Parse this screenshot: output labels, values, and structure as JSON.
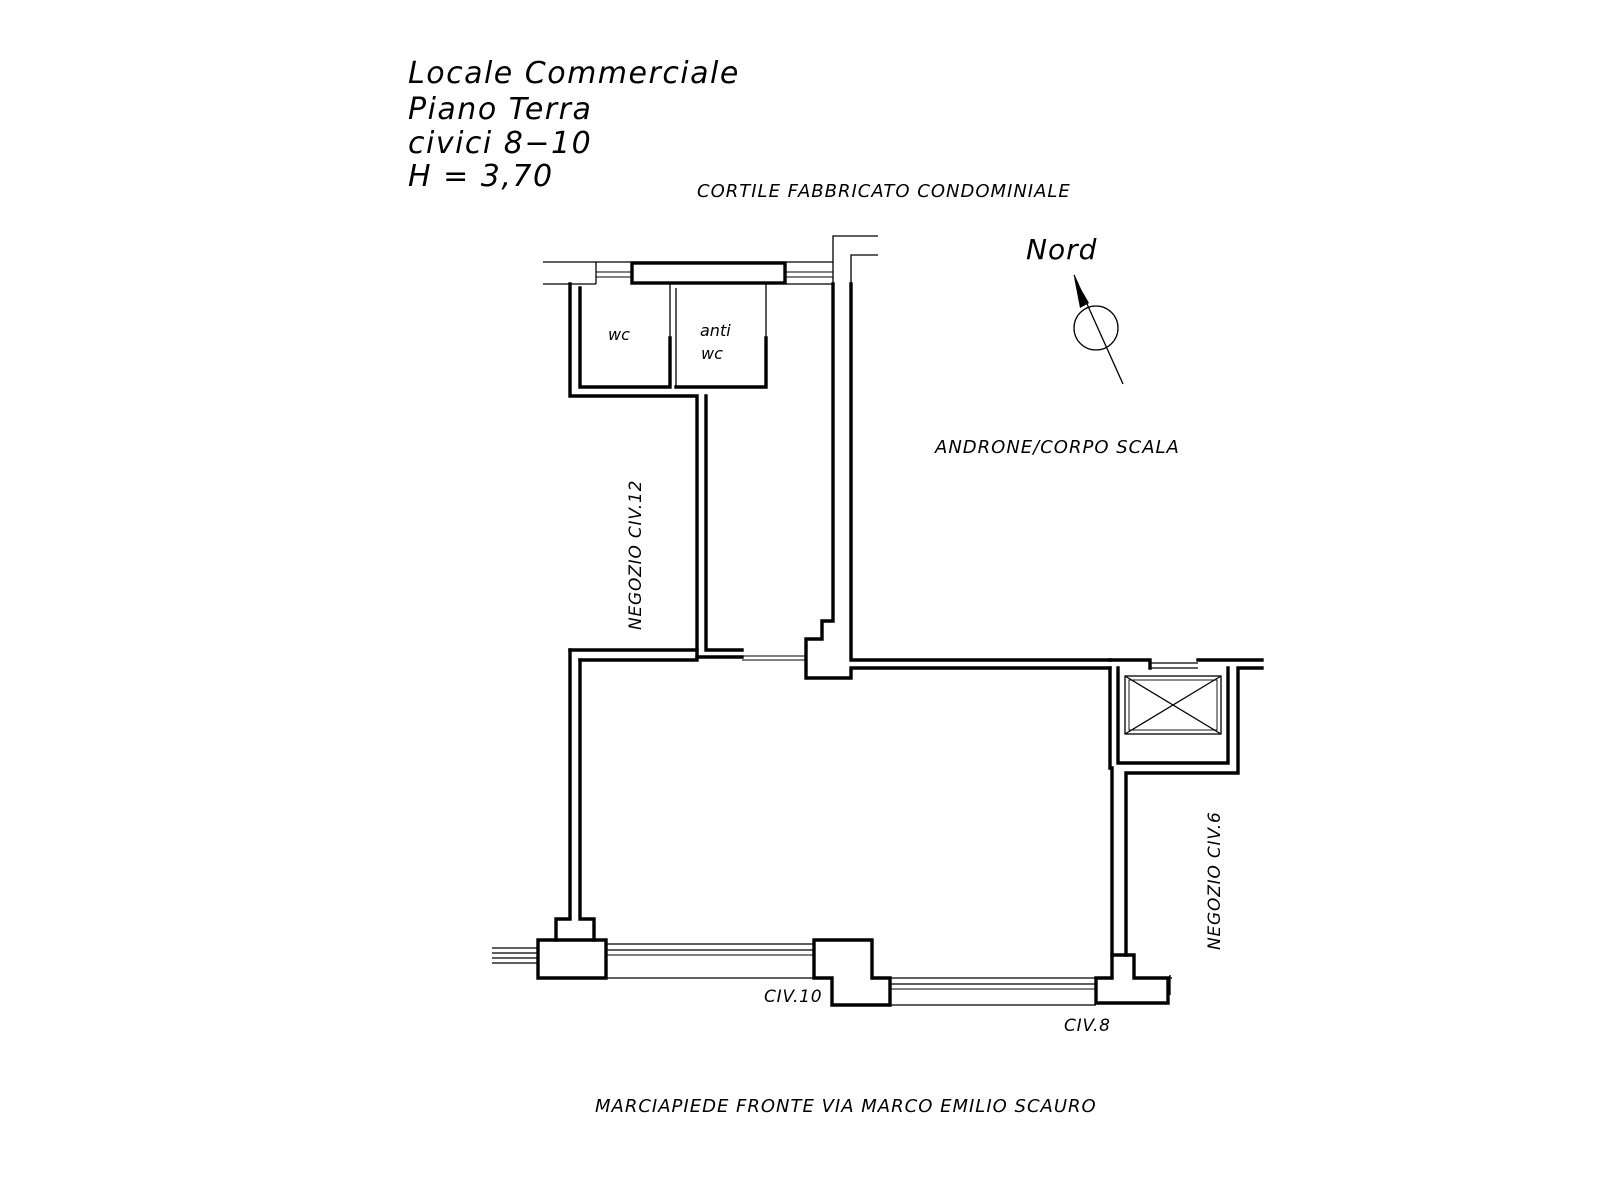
{
  "title": {
    "line1": "Locale Commerciale",
    "line2": "Piano Terra",
    "line3": "civici 8−10",
    "line4": "H = 3,70"
  },
  "labels": {
    "courtyard": "CORTILE FABBRICATO CONDOMINIALE",
    "atrium": "ANDRONE/CORPO SCALA",
    "shop_12": "NEGOZIO CIV.12",
    "shop_6": "NEGOZIO CIV.6",
    "sidewalk": "MARCIAPIEDE FRONTE VIA MARCO EMILIO SCAURO",
    "civ_10": "CIV.10",
    "civ_8": "CIV.8",
    "wc": "wc",
    "anti": "anti",
    "anti_wc": "wc"
  },
  "compass": {
    "label": "Nord",
    "icon": "north-arrow-icon"
  },
  "symbols": {
    "shaft": "crossed-box-shaft-icon"
  }
}
